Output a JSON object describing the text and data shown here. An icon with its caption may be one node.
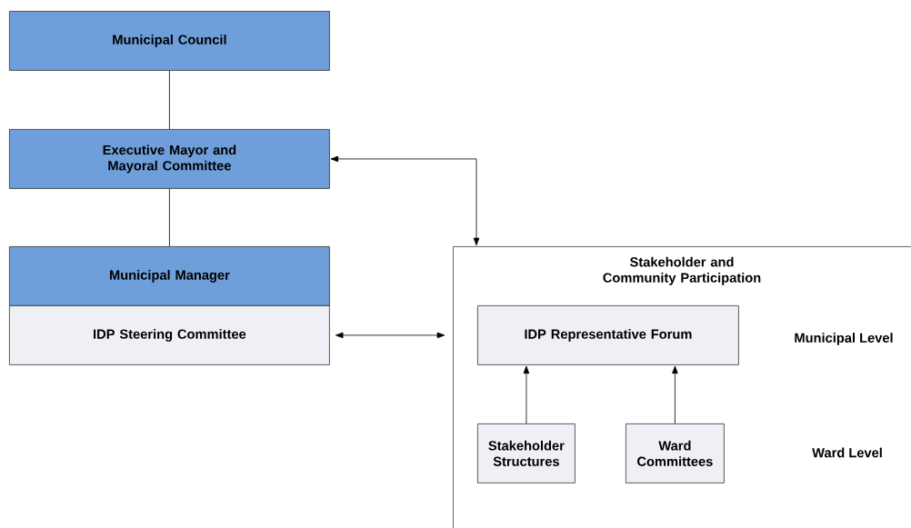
{
  "diagram": {
    "nodes": [
      {
        "text": [
          "Municipal Council"
        ]
      },
      {
        "text": [
          "Executive Mayor and Mayoral Committee"
        ]
      },
      {
        "text": [
          "Municipal Manager"
        ]
      },
      {
        "text": [
          "IDP Steering Committee"
        ]
      },
      {
        "text": [
          "Stakeholder and Community Participation"
        ]
      },
      {
        "text": [
          "IDP Representative Forum"
        ],
        "in": 4
      },
      {
        "text": [
          "Stakeholder Structures"
        ],
        "in": 4
      },
      {
        "text": [
          "Ward Committees"
        ],
        "in": 4
      }
    ],
    "edges": [
      {
        "from": 0,
        "to": 1,
        "arrow": "none"
      },
      {
        "from": 1,
        "to": 2,
        "arrow": "none"
      },
      {
        "from": 1,
        "to": 4,
        "arrow": "both"
      },
      {
        "from": 3,
        "to": 4,
        "arrow": "both"
      },
      {
        "from": 6,
        "to": 5,
        "arrow": "to"
      },
      {
        "from": 7,
        "to": 5,
        "arrow": "to"
      }
    ],
    "labels": [
      "Municipal Level",
      "Ward Level"
    ]
  }
}
